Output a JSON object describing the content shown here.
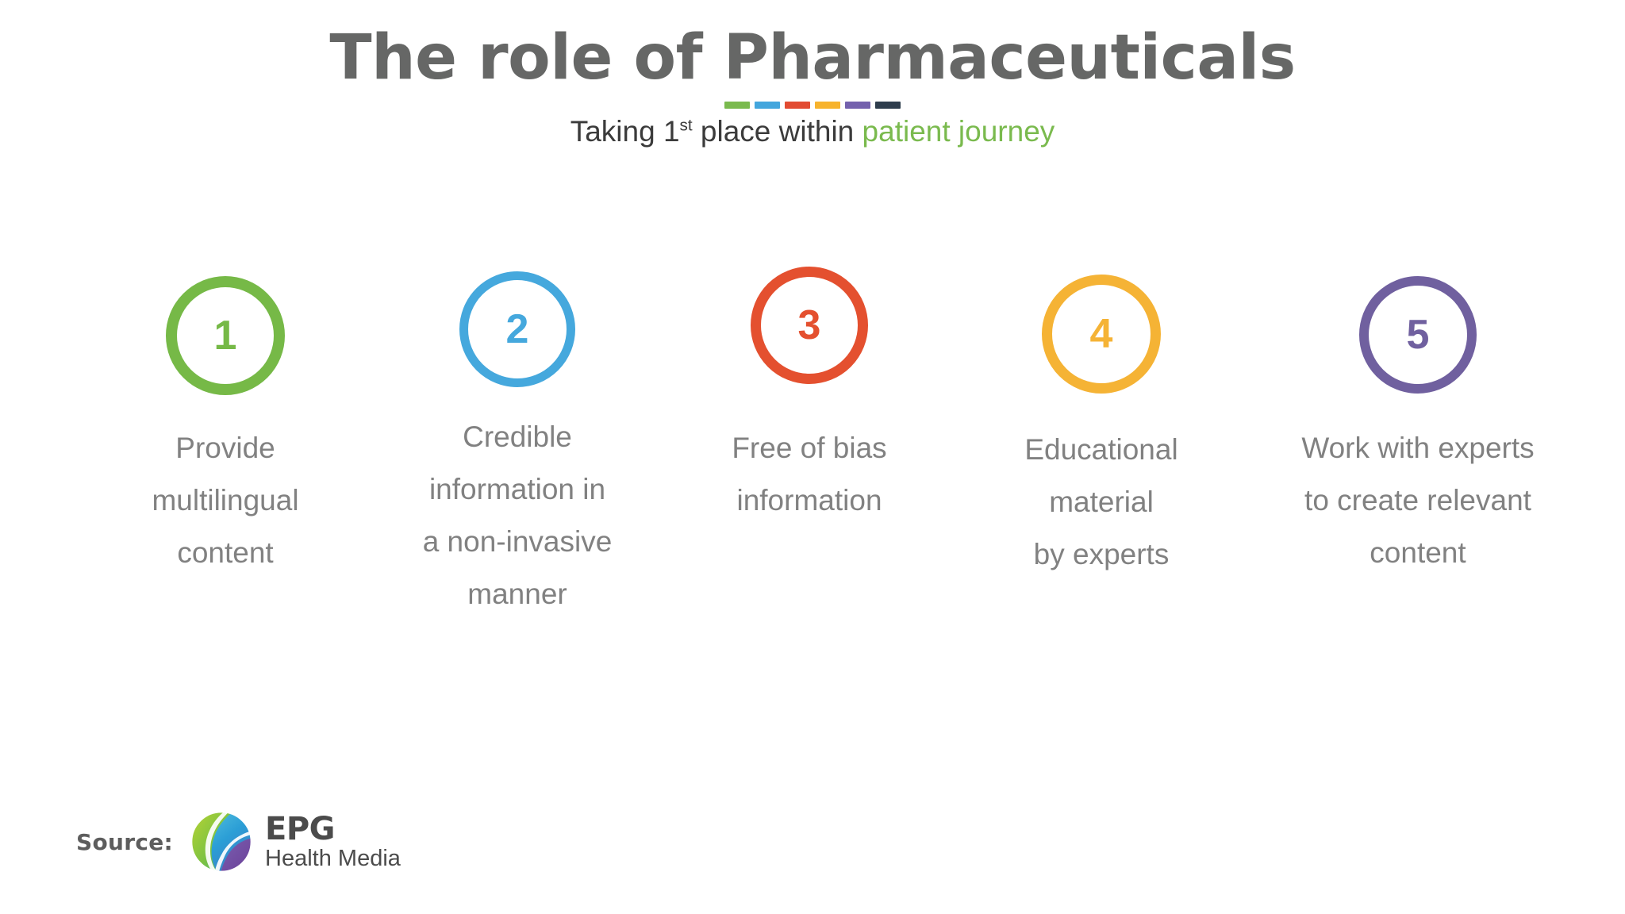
{
  "header": {
    "title": "The role of Pharmaceuticals",
    "subtitle_prefix": "Taking 1",
    "subtitle_ordinal": "st",
    "subtitle_middle": " place within ",
    "subtitle_accent": "patient journey",
    "accent_color": "#7aba4e",
    "title_color": "#666766",
    "rule_dash_colors": [
      "#7aba4e",
      "#43a6dd",
      "#e24b32",
      "#f7b32d",
      "#7461ad",
      "#2e3d4d"
    ]
  },
  "steps": [
    {
      "number": "1",
      "color": "#76b947",
      "caption": "Provide\nmultilingual\ncontent",
      "size": 150,
      "ring": 14
    },
    {
      "number": "2",
      "color": "#45a8dd",
      "caption": "Credible\ninformation in\na non-invasive\nmanner",
      "size": 146,
      "ring": 11
    },
    {
      "number": "3",
      "color": "#e4502f",
      "caption": "Free of bias\ninformation",
      "size": 148,
      "ring": 13
    },
    {
      "number": "4",
      "color": "#f5b335",
      "caption": "Educational\nmaterial\nby experts",
      "size": 150,
      "ring": 13
    },
    {
      "number": "5",
      "color": "#70609f",
      "caption": "Work with experts\nto create relevant\ncontent",
      "size": 148,
      "ring": 12
    }
  ],
  "footer": {
    "source_label": "Source:",
    "logo_name": "EPG",
    "logo_tagline": "Health Media"
  }
}
